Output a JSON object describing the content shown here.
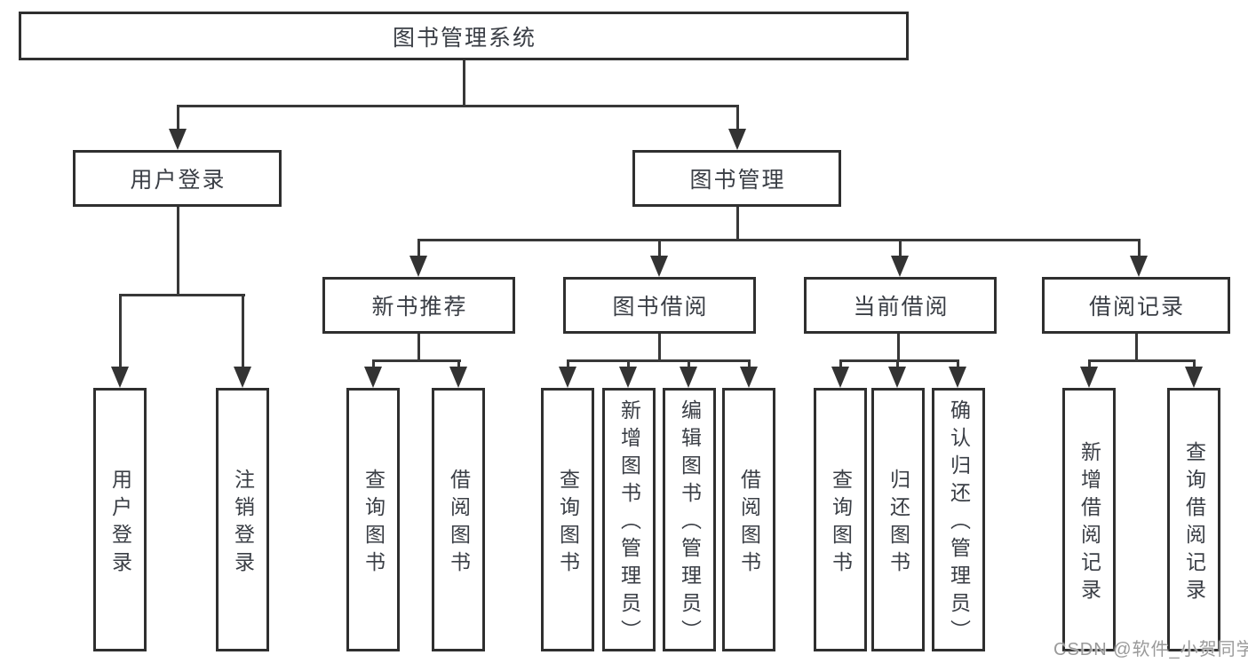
{
  "diagram": {
    "root": {
      "label": "图书管理系统"
    },
    "branches": [
      {
        "label": "用户登录",
        "children": [
          {
            "label": "用户登录"
          },
          {
            "label": "注销登录"
          }
        ]
      },
      {
        "label": "图书管理",
        "sections": [
          {
            "label": "新书推荐",
            "children": [
              {
                "label": "查询图书"
              },
              {
                "label": "借阅图书"
              }
            ]
          },
          {
            "label": "图书借阅",
            "children": [
              {
                "label": "查询图书"
              },
              {
                "label": "新增图书（管理员）"
              },
              {
                "label": "编辑图书（管理员）"
              },
              {
                "label": "借阅图书"
              }
            ]
          },
          {
            "label": "当前借阅",
            "children": [
              {
                "label": "查询图书"
              },
              {
                "label": "归还图书"
              },
              {
                "label": "确认归还（管理员）"
              }
            ]
          },
          {
            "label": "借阅记录",
            "children": [
              {
                "label": "新增借阅记录"
              },
              {
                "label": "查询借阅记录"
              }
            ]
          }
        ]
      }
    ]
  },
  "watermark": {
    "text": "CSDN @软件_小贺同学"
  }
}
